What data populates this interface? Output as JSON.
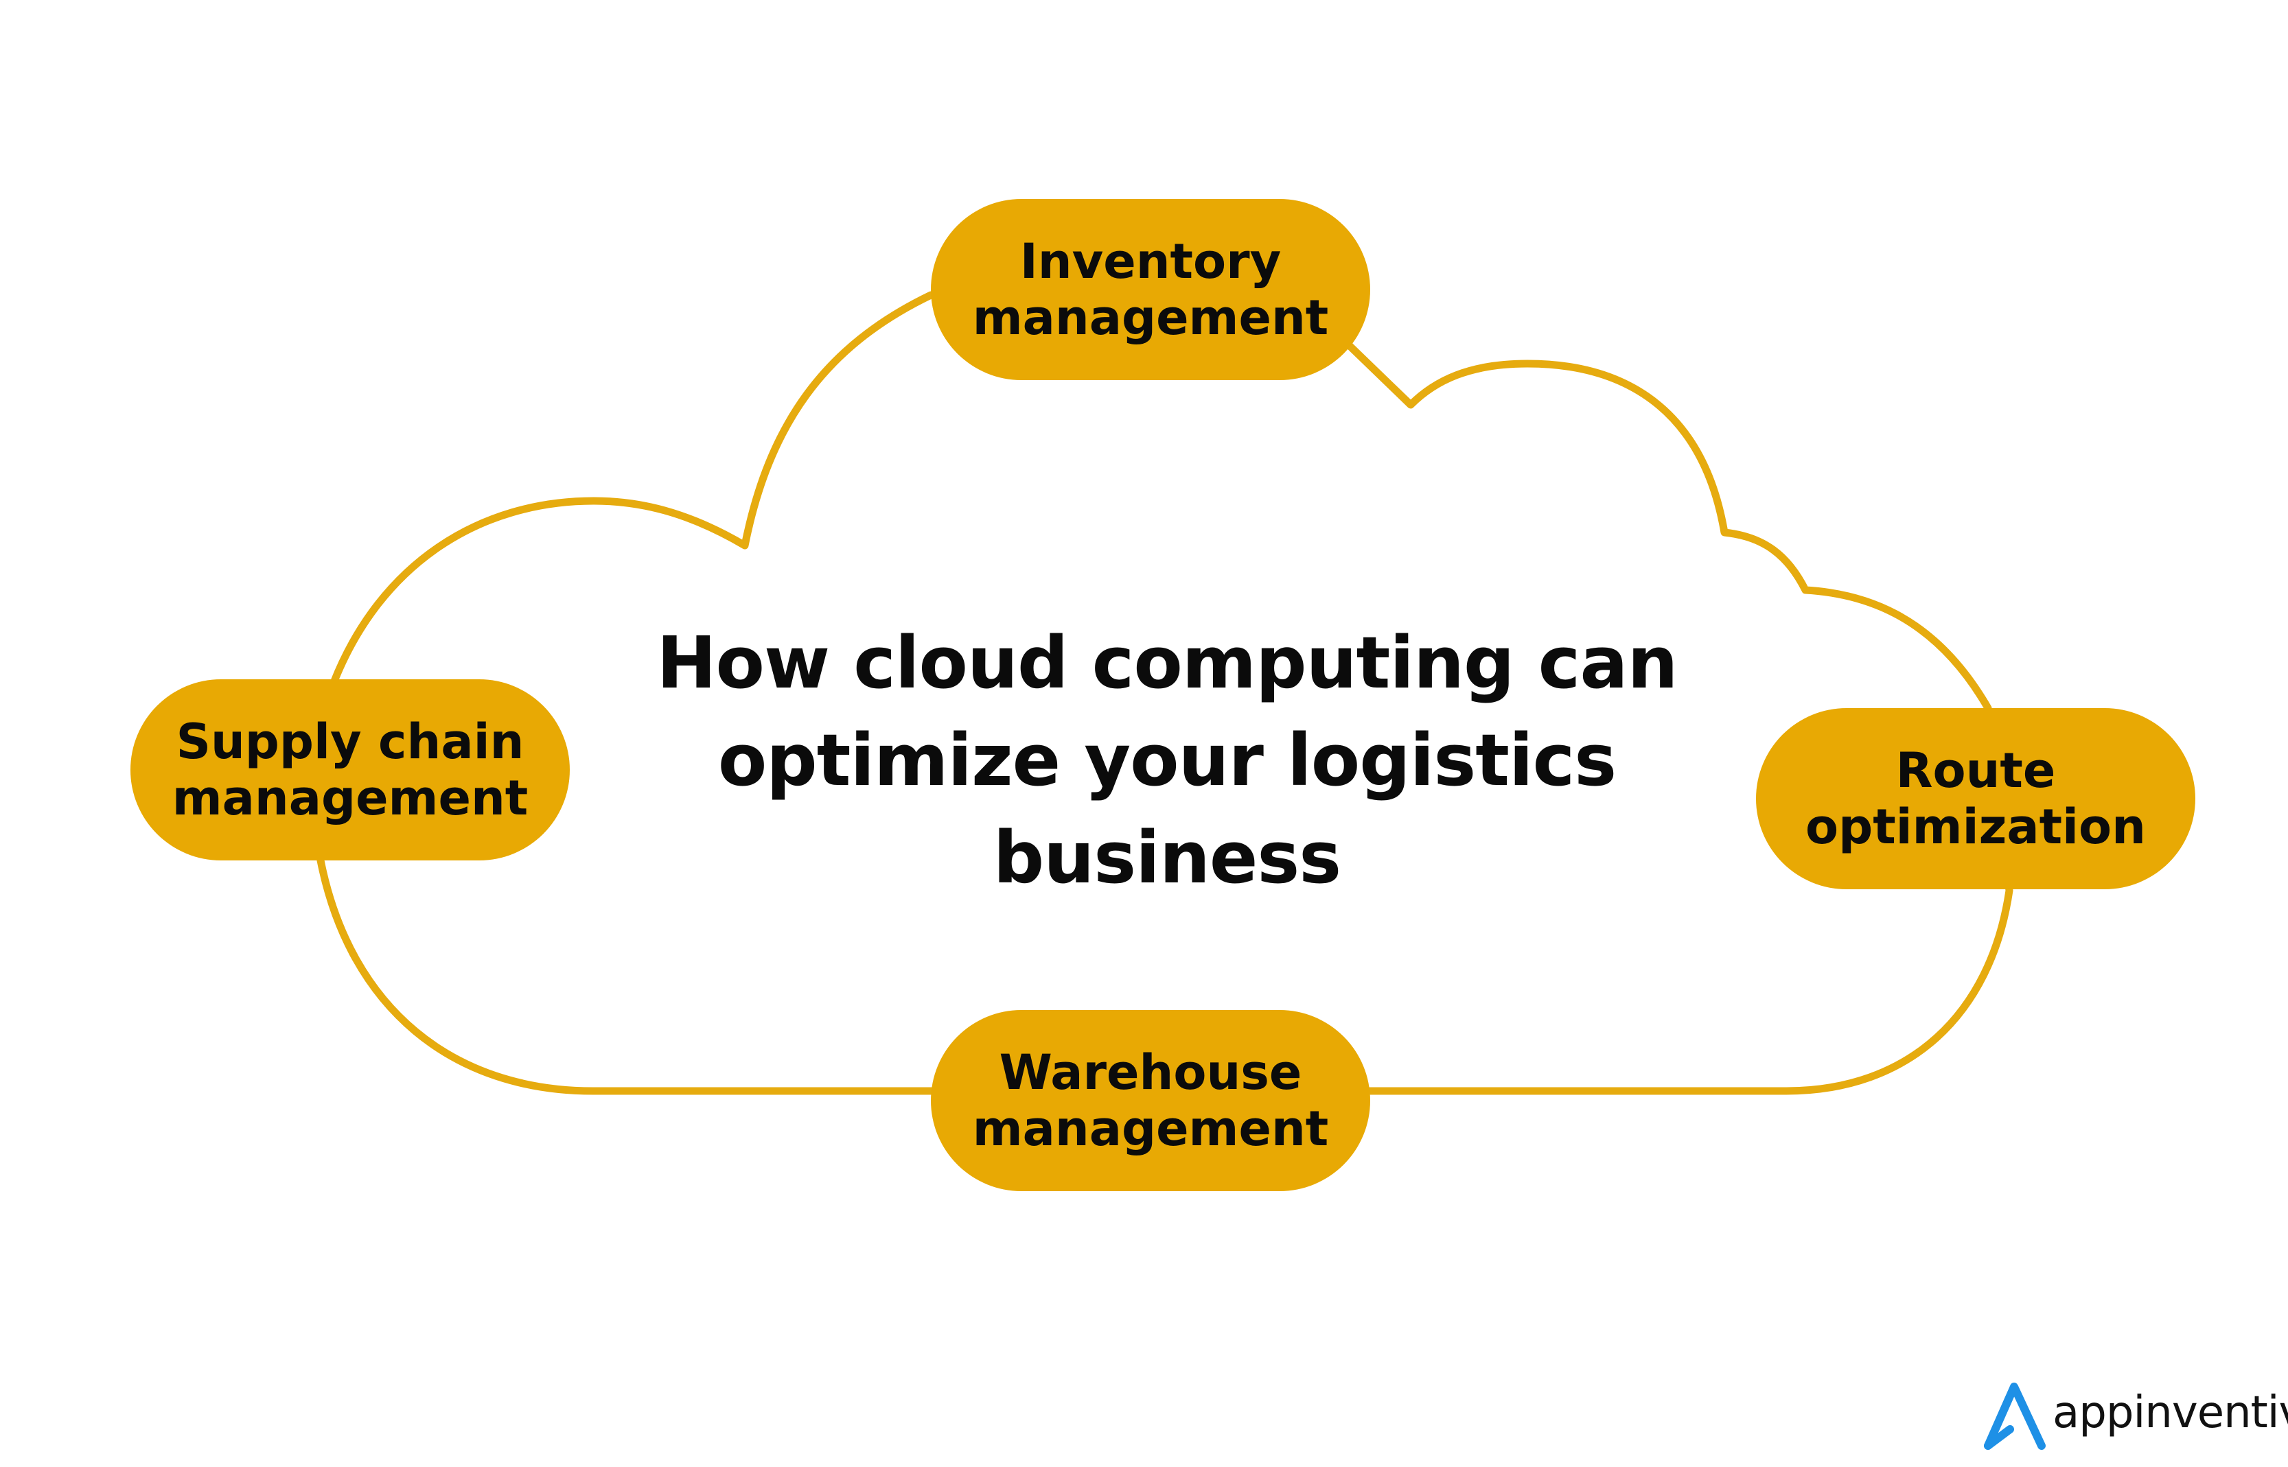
{
  "diagram": {
    "title_lines": [
      "How cloud computing can",
      "optimize your logistics",
      "business"
    ],
    "nodes": {
      "top": [
        "Inventory",
        "management"
      ],
      "left": [
        "Supply chain",
        "management"
      ],
      "right": [
        "Route",
        "optimization"
      ],
      "bottom": [
        "Warehouse",
        "management"
      ]
    }
  },
  "colors": {
    "accent": "#e8a904",
    "outline": "#e6ab0f",
    "text": "#0b0b0b",
    "brand_blue": "#1e90e6"
  },
  "brand": {
    "name": "appinventiv",
    "icon": "appinventiv-logo-icon"
  }
}
